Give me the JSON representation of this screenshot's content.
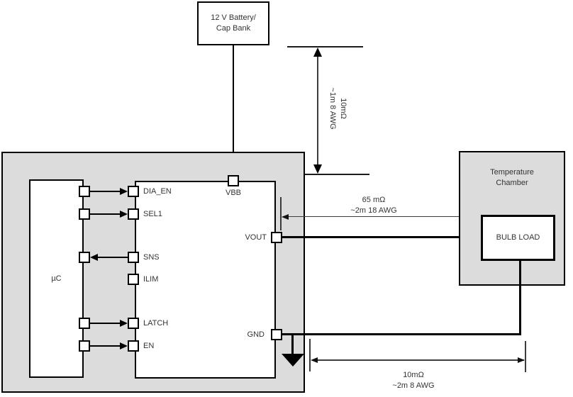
{
  "battery": {
    "line1": "12 V Battery/",
    "line2": "Cap Bank"
  },
  "controller": {
    "label": "µC"
  },
  "ic": {
    "pins": [
      {
        "label": "DIA_EN",
        "dir": "to-ic"
      },
      {
        "label": "SEL1",
        "dir": "to-ic"
      },
      {
        "label": "SNS",
        "dir": "to-mcu"
      },
      {
        "label": "ILIM",
        "dir": "none"
      },
      {
        "label": "LATCH",
        "dir": "to-ic"
      },
      {
        "label": "EN",
        "dir": "to-ic"
      }
    ],
    "vbb": "VBB",
    "vout": "VOUT",
    "gnd": "GND"
  },
  "chamber": {
    "line1": "Temperature",
    "line2": "Chamber",
    "load": "BULB LOAD"
  },
  "annotations": {
    "supply_wire": {
      "line1": "10mΩ",
      "line2": "~1m 8 AWG"
    },
    "vout_wire": {
      "line1": "65 mΩ",
      "line2": "~2m 18 AWG"
    },
    "gnd_wire": {
      "line1": "10mΩ",
      "line2": "~2m 8 AWG"
    }
  },
  "colors": {
    "block_fill": "#dcdcdc",
    "wire": "#000000",
    "dimension": "#3c3c3c",
    "text": "#333333"
  }
}
